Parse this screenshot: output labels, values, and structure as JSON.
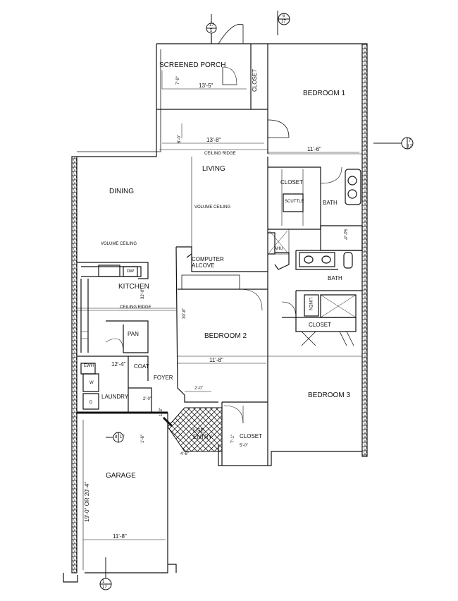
{
  "rooms": {
    "screened_porch": "SCREENED PORCH",
    "closet_porch": "CLOSET",
    "bedroom1": "BEDROOM 1",
    "living": "LIVING",
    "ceiling_ridge_top": "CEILING RIDGE",
    "volume_ceiling_living": "VOLUME CEILING",
    "dining": "DINING",
    "volume_ceiling_dining": "VOLUME CEILING",
    "closet_bed1": "CLOSET",
    "scuttle": "SCUTTLE",
    "bath1": "BATH",
    "ahu": "AHU",
    "computer_alcove": "COMPUTER\nALCOVE",
    "kitchen": "KITCHEN",
    "dw": "DW",
    "bath2": "BATH",
    "linen": "LINEN",
    "closet_hall": "CLOSET",
    "ceiling_ridge_kitchen": "CEILING RIDGE",
    "pan": "PAN",
    "bedroom2": "BEDROOM 2",
    "ewh": "EWH",
    "coat": "COAT",
    "foyer": "FOYER",
    "w": "W",
    "d": "D",
    "laundry": "LAUNDRY",
    "bedroom3": "BEDROOM 3",
    "lge_entry": "LGE\nENTRY",
    "closet_bed2": "CLOSET",
    "garage": "GARAGE"
  },
  "dims": {
    "porch_h": "7'-9\"",
    "porch_w": "13'-5\"",
    "living_w": "13'-8\"",
    "living_h": "6'-0\"",
    "bed1_w": "11'-6\"",
    "bath_h": "50'-4\"",
    "kitchen_h": "32'-0\"",
    "bed2_h": "30'-8\"",
    "laundry_w": "12'-4\"",
    "bed2_w": "11'-8\"",
    "alcove_w": "2'-0\"",
    "foyer_w": "2'-0\"",
    "foyer_h": "1'-3\"",
    "entry_a": "1'-6\"",
    "entry_w": "4'-6\"",
    "closet_h": "7'-1\"",
    "closet_w": "5'-0\"",
    "garage_h": "19'-0\" OR 20'-4\"",
    "garage_w": "11'-8\""
  },
  "markers": {
    "sec_top_left_a": "17",
    "sec_top_left_b": "5",
    "sec_top_right_a": "6",
    "sec_top_right_b": "17",
    "sec_right_a": "7",
    "sec_right_b": "17",
    "sec_mid_left_a": "8",
    "sec_mid_left_b": "17",
    "sec_bottom_a": "1",
    "sec_bottom_b": "17"
  }
}
